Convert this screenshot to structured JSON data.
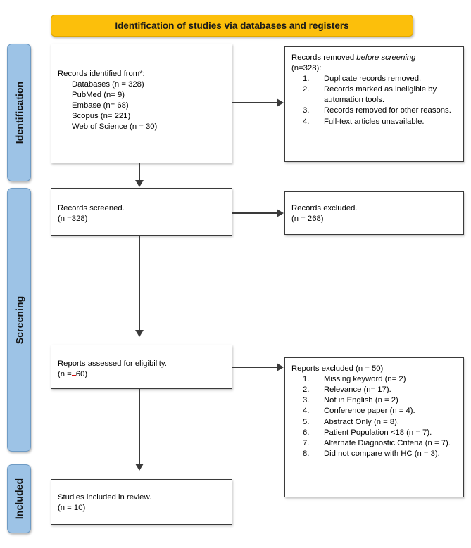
{
  "header": {
    "title": "Identification of studies via databases and registers",
    "background_color": "#FCBF0B"
  },
  "stages": {
    "accent_color": "#9DC3E6",
    "items": [
      {
        "label": "Identification"
      },
      {
        "label": "Screening"
      },
      {
        "label": "Included"
      }
    ]
  },
  "boxes": {
    "identified": {
      "heading": "Records identified from*:",
      "sources": [
        "Databases (n = 328)",
        "PubMed (n= 9)",
        "Embase (n= 68)",
        "Scopus (n= 221)",
        "Web of Science (n = 30)"
      ]
    },
    "removed_before_screening": {
      "heading_plain": "Records removed ",
      "heading_italic": "before screening",
      "count_line": "(n=328):",
      "reasons": [
        "Duplicate records removed.",
        "Records marked as ineligible by automation tools.",
        "Records removed for other reasons.",
        "Full-text articles unavailable."
      ]
    },
    "screened": {
      "line1": "Records screened.",
      "line2": "(n =328)"
    },
    "records_excluded": {
      "line1": "Records excluded.",
      "line2": "(n = 268)"
    },
    "eligibility": {
      "line1": "Reports assessed for eligibility.",
      "line2_prefix": "(n =",
      "line2_suffix": "60)"
    },
    "reports_excluded": {
      "heading": "Reports excluded (n = 50)",
      "reasons": [
        "Missing keyword (n= 2)",
        "Relevance (n= 17).",
        "Not in English (n = 2)",
        "Conference paper (n = 4).",
        "Abstract Only (n = 8).",
        "Patient Population <18 (n = 7).",
        "Alternate Diagnostic Criteria (n = 7).",
        "Did not compare with HC (n = 3)."
      ]
    },
    "included": {
      "line1": "Studies included in review.",
      "line2": "(n = 10)"
    }
  },
  "chart_data": {
    "type": "diagram",
    "title": "Identification of studies via databases and registers",
    "diagram_kind": "PRISMA flow diagram",
    "stages": [
      "Identification",
      "Screening",
      "Included"
    ],
    "nodes": [
      {
        "id": "identified",
        "stage": "Identification",
        "label": "Records identified from*",
        "n": 328,
        "breakdown": {
          "Databases": 328,
          "PubMed": 9,
          "Embase": 68,
          "Scopus": 221,
          "Web of Science": 30
        }
      },
      {
        "id": "removed_before_screening",
        "stage": "Identification",
        "label": "Records removed before screening",
        "n": 328
      },
      {
        "id": "screened",
        "stage": "Screening",
        "label": "Records screened",
        "n": 328
      },
      {
        "id": "records_excluded",
        "stage": "Screening",
        "label": "Records excluded",
        "n": 268
      },
      {
        "id": "eligibility",
        "stage": "Screening",
        "label": "Reports assessed for eligibility",
        "n": 60
      },
      {
        "id": "reports_excluded",
        "stage": "Screening",
        "label": "Reports excluded",
        "n": 50,
        "breakdown": {
          "Missing keyword": 2,
          "Relevance": 17,
          "Not in English": 2,
          "Conference paper": 4,
          "Abstract Only": 8,
          "Patient Population <18": 7,
          "Alternate Diagnostic Criteria": 7,
          "Did not compare with HC": 3
        }
      },
      {
        "id": "included",
        "stage": "Included",
        "label": "Studies included in review",
        "n": 10
      }
    ],
    "edges": [
      {
        "from": "identified",
        "to": "removed_before_screening",
        "direction": "right"
      },
      {
        "from": "identified",
        "to": "screened",
        "direction": "down"
      },
      {
        "from": "screened",
        "to": "records_excluded",
        "direction": "right"
      },
      {
        "from": "screened",
        "to": "eligibility",
        "direction": "down"
      },
      {
        "from": "eligibility",
        "to": "reports_excluded",
        "direction": "right"
      },
      {
        "from": "eligibility",
        "to": "included",
        "direction": "down"
      }
    ]
  }
}
